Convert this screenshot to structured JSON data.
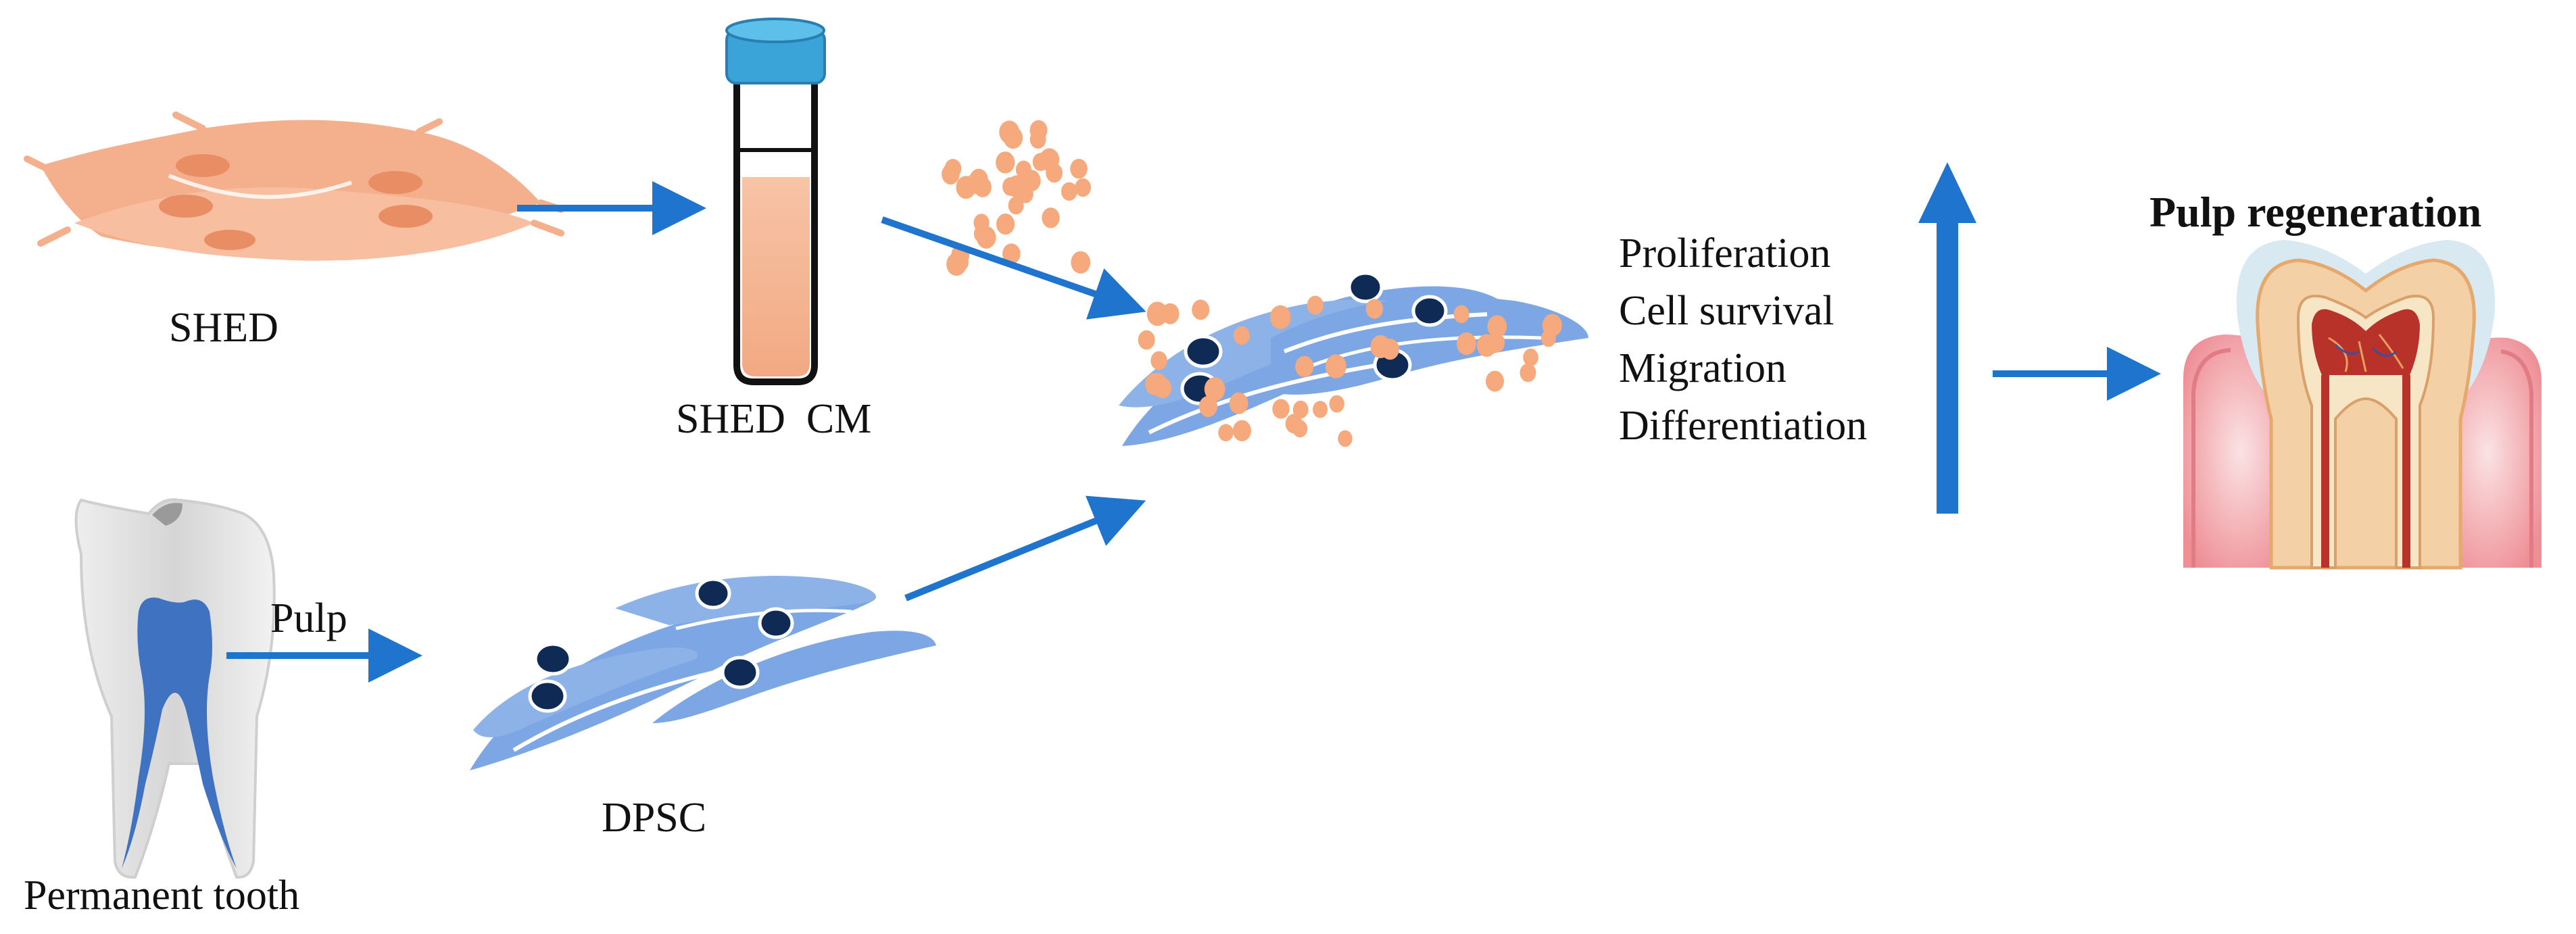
{
  "labels": {
    "shed": "SHED",
    "shed_cm": "SHED  CM",
    "pulp": "Pulp",
    "permanent_tooth": "Permanent tooth",
    "dpsc": "DPSC",
    "pulp_regeneration": "Pulp regeneration"
  },
  "effects": [
    "Proliferation",
    "Cell survival",
    "Migration",
    "Differentiation"
  ],
  "colors": {
    "arrow": "#1f75cd",
    "shed_cell": "#f4b08c",
    "shed_nucleus": "#e98d64",
    "dpsc_cell": "#7da7e4",
    "nucleus": "#0e2a55",
    "secretome_dot": "#f5a97c",
    "tube_cap": "#3aa4d8",
    "tube_medium": "#f4b593",
    "tooth_enamel": "#dcdcdc",
    "tooth_pulp": "#3f73c1",
    "gum": "#f09aa0",
    "dentin": "#f3d0a6",
    "pulp_red": "#b8322a"
  },
  "icons": [
    "shed-cells-icon",
    "culture-tube-icon",
    "secretome-dots-icon",
    "permanent-tooth-icon",
    "dpsc-cells-icon",
    "treated-dpsc-cells-icon",
    "regenerated-tooth-icon"
  ]
}
